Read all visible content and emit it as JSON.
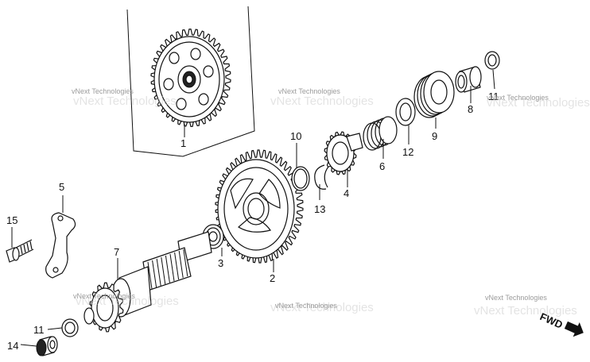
{
  "watermark_text": "vNext Technologies",
  "fwd_label": "FWD",
  "parts": [
    {
      "id": "p1",
      "label": "1"
    },
    {
      "id": "p2",
      "label": "2"
    },
    {
      "id": "p3",
      "label": "3"
    },
    {
      "id": "p4",
      "label": "4"
    },
    {
      "id": "p5",
      "label": "5"
    },
    {
      "id": "p6",
      "label": "6"
    },
    {
      "id": "p7",
      "label": "7"
    },
    {
      "id": "p8",
      "label": "8"
    },
    {
      "id": "p9",
      "label": "9"
    },
    {
      "id": "p10",
      "label": "10"
    },
    {
      "id": "p11a",
      "label": "11"
    },
    {
      "id": "p11b",
      "label": "11"
    },
    {
      "id": "p12",
      "label": "12"
    },
    {
      "id": "p13",
      "label": "13"
    },
    {
      "id": "p14",
      "label": "14"
    },
    {
      "id": "p15",
      "label": "15"
    }
  ]
}
